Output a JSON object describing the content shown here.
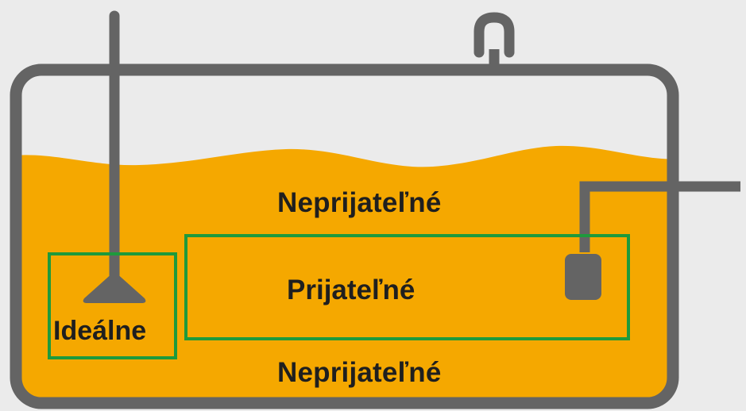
{
  "labels": {
    "top_zone": "Neprijateľné",
    "acceptable_zone": "Prijateľné",
    "ideal_zone": "Ideálne",
    "bottom_zone": "Neprijateľné"
  },
  "colors": {
    "background": "#ebebeb",
    "liquid": "#f5a800",
    "tank_outline": "#646464",
    "zone_frame": "#1e9a3c",
    "text": "#1f1f1f"
  },
  "icons": {
    "agitator": "mixer-shaft-icon",
    "vent": "vent-pipe-icon",
    "sensor": "probe-sensor-icon"
  }
}
